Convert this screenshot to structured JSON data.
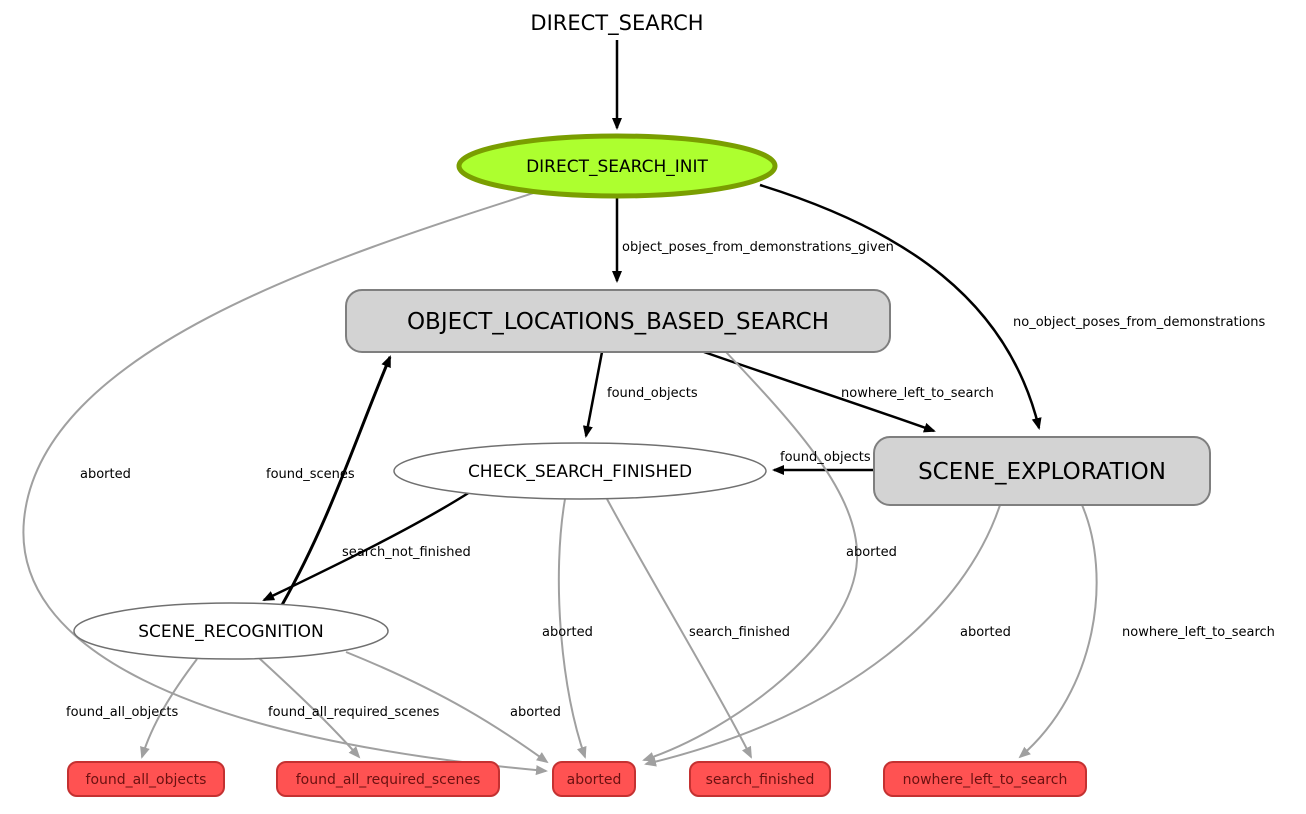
{
  "diagram": {
    "title": "DIRECT_SEARCH",
    "nodes": {
      "init": "DIRECT_SEARCH_INIT",
      "object_locations_based_search": "OBJECT_LOCATIONS_BASED_SEARCH",
      "scene_exploration": "SCENE_EXPLORATION",
      "check_search_finished": "CHECK_SEARCH_FINISHED",
      "scene_recognition": "SCENE_RECOGNITION"
    },
    "terminals": {
      "found_all_objects": "found_all_objects",
      "found_all_required_scenes": "found_all_required_scenes",
      "aborted": "aborted",
      "search_finished": "search_finished",
      "nowhere_left_to_search": "nowhere_left_to_search"
    },
    "edge_labels": {
      "object_poses_given": "object_poses_from_demonstrations_given",
      "no_object_poses": "no_object_poses_from_demonstrations",
      "found_objects_olbs": "found_objects",
      "nowhere_left_olbs": "nowhere_left_to_search",
      "found_objects_exploration": "found_objects",
      "search_not_finished": "search_not_finished",
      "found_scenes": "found_scenes",
      "aborted_from_init": "aborted",
      "aborted_from_olbs": "aborted",
      "aborted_from_check": "aborted",
      "search_finished": "search_finished",
      "aborted_from_exploration": "aborted",
      "nowhere_left_exploration": "nowhere_left_to_search",
      "found_all_objects": "found_all_objects",
      "found_all_required_scenes": "found_all_required_scenes",
      "aborted_from_recognition": "aborted"
    },
    "colors": {
      "init_fill": "#ADFF2F",
      "init_stroke": "#7A9E01",
      "container_fill": "#D3D3D3",
      "container_stroke": "#7F7F7F",
      "state_fill": "#FFFFFF",
      "state_stroke": "#707070",
      "terminal_fill": "#FF5252",
      "terminal_stroke": "#C43131",
      "terminal_text": "#6B1111",
      "edge_active": "#000000",
      "edge_outcome": "#A0A0A0"
    }
  }
}
